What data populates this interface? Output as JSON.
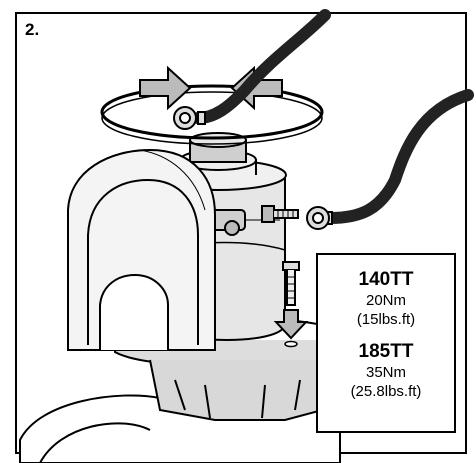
{
  "step_number": "2.",
  "specs": [
    {
      "model": "140TT",
      "torque_nm": "20Nm",
      "torque_lbs": "(15lbs.ft)"
    },
    {
      "model": "185TT",
      "torque_nm": "35Nm",
      "torque_lbs": "(25.8lbs.ft)"
    }
  ],
  "colors": {
    "line": "#000000",
    "cable": "#222222",
    "background": "#ffffff"
  }
}
